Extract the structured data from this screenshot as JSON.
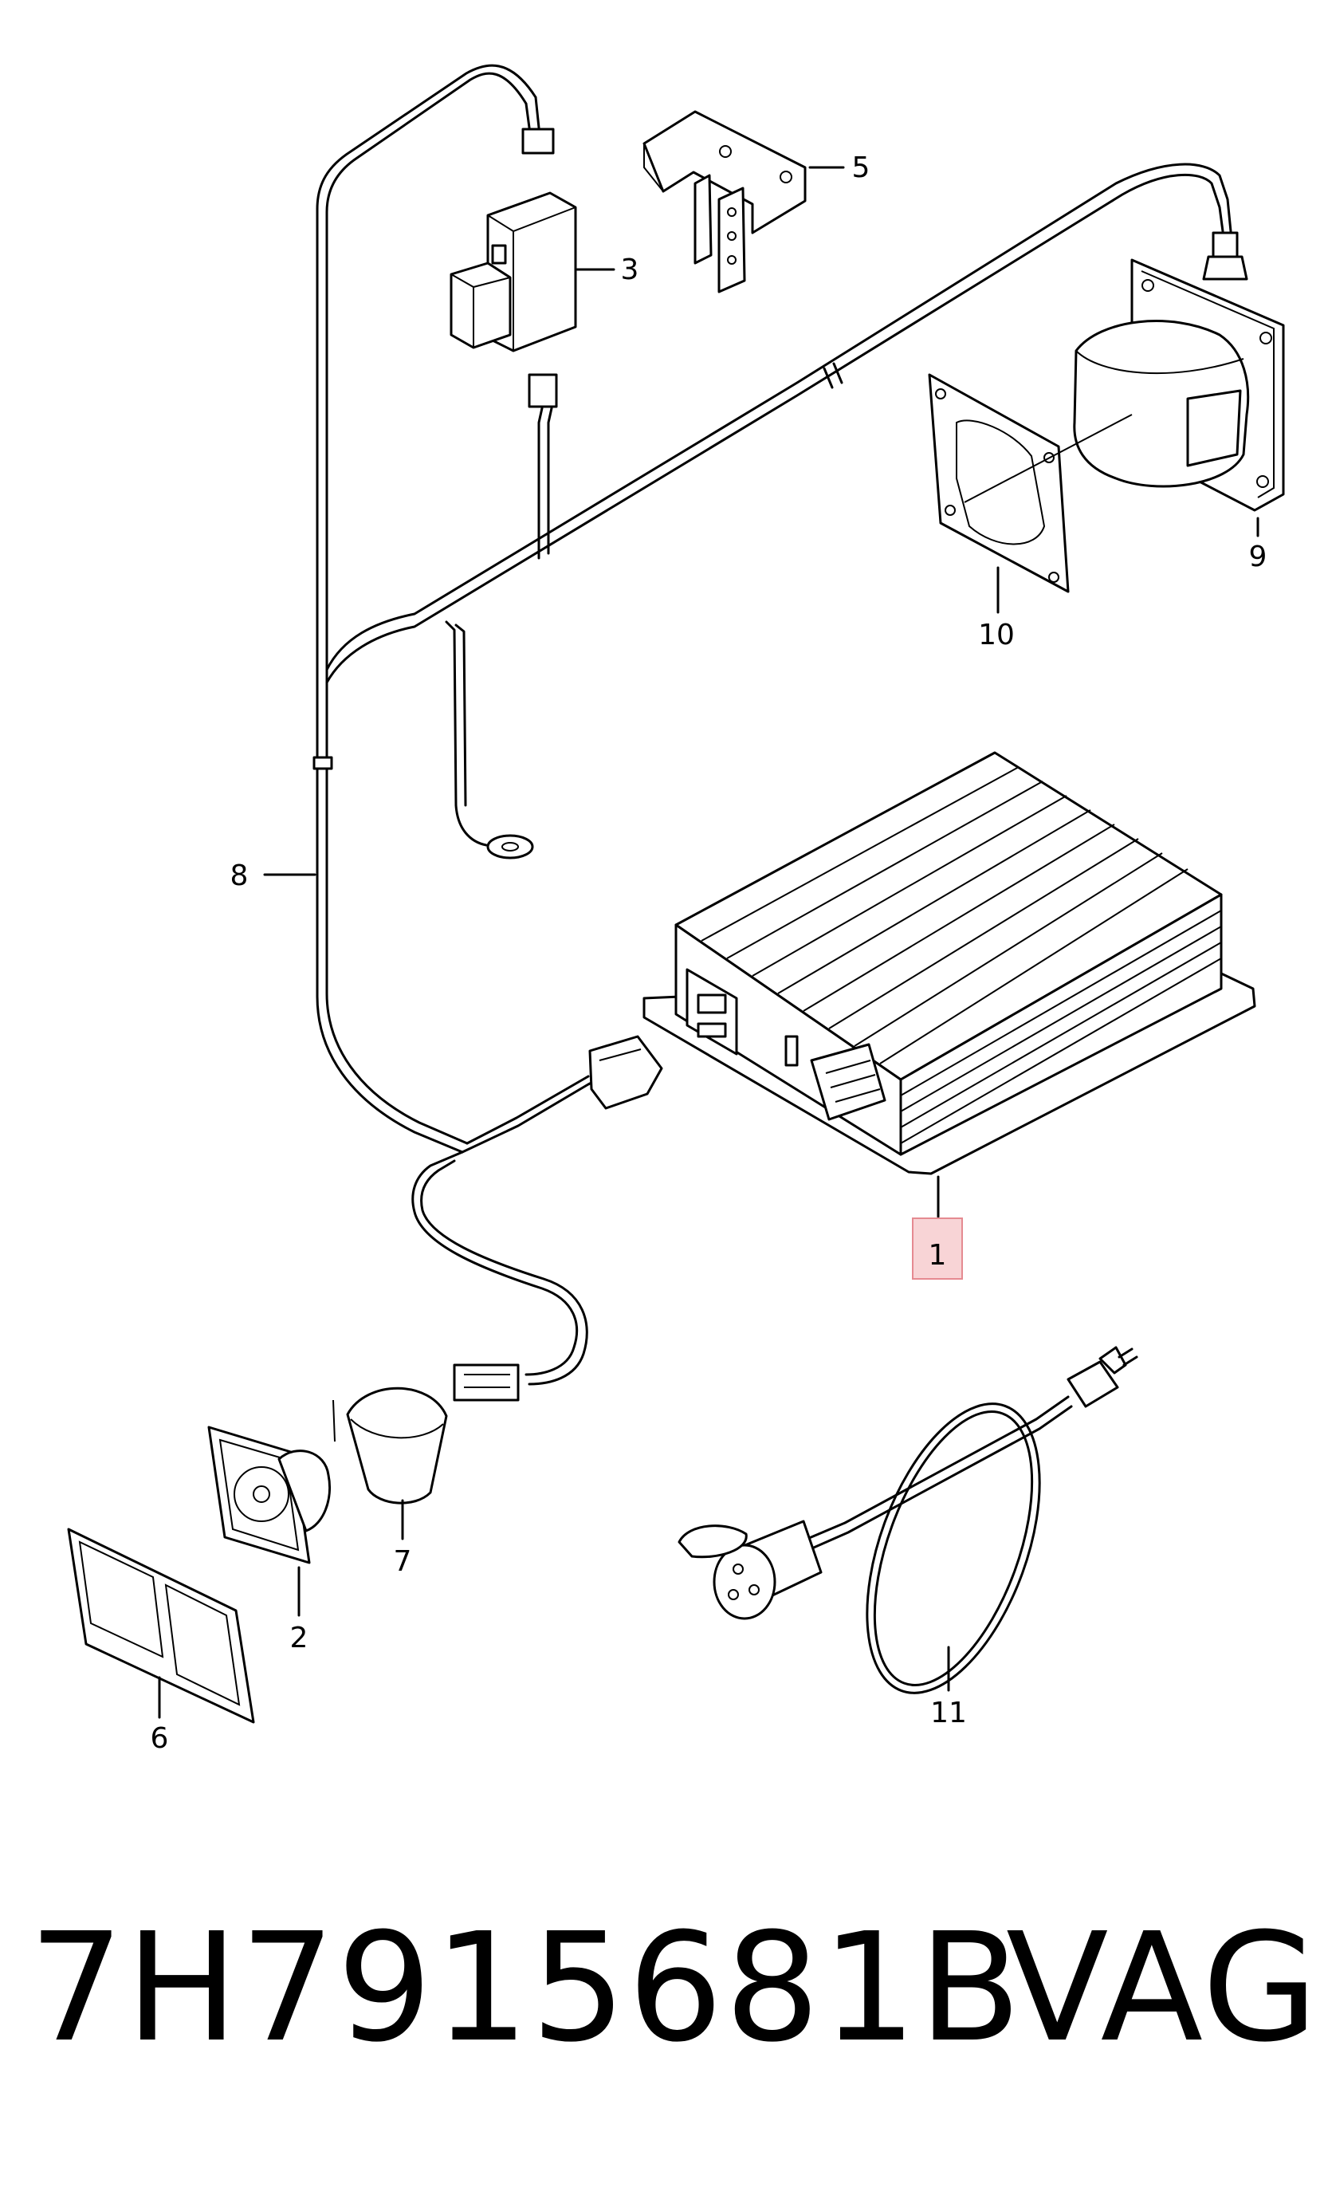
{
  "diagram": {
    "callouts": [
      {
        "id": "1",
        "label": "1",
        "highlighted": true
      },
      {
        "id": "2",
        "label": "2"
      },
      {
        "id": "3",
        "label": "3"
      },
      {
        "id": "5",
        "label": "5"
      },
      {
        "id": "6",
        "label": "6"
      },
      {
        "id": "7",
        "label": "7"
      },
      {
        "id": "8",
        "label": "8"
      },
      {
        "id": "9",
        "label": "9"
      },
      {
        "id": "10",
        "label": "10"
      },
      {
        "id": "11",
        "label": "11"
      }
    ],
    "highlight_color": "#f8d4d6"
  },
  "footer": {
    "part_number": "7H7915681B",
    "brand": "VAG"
  }
}
